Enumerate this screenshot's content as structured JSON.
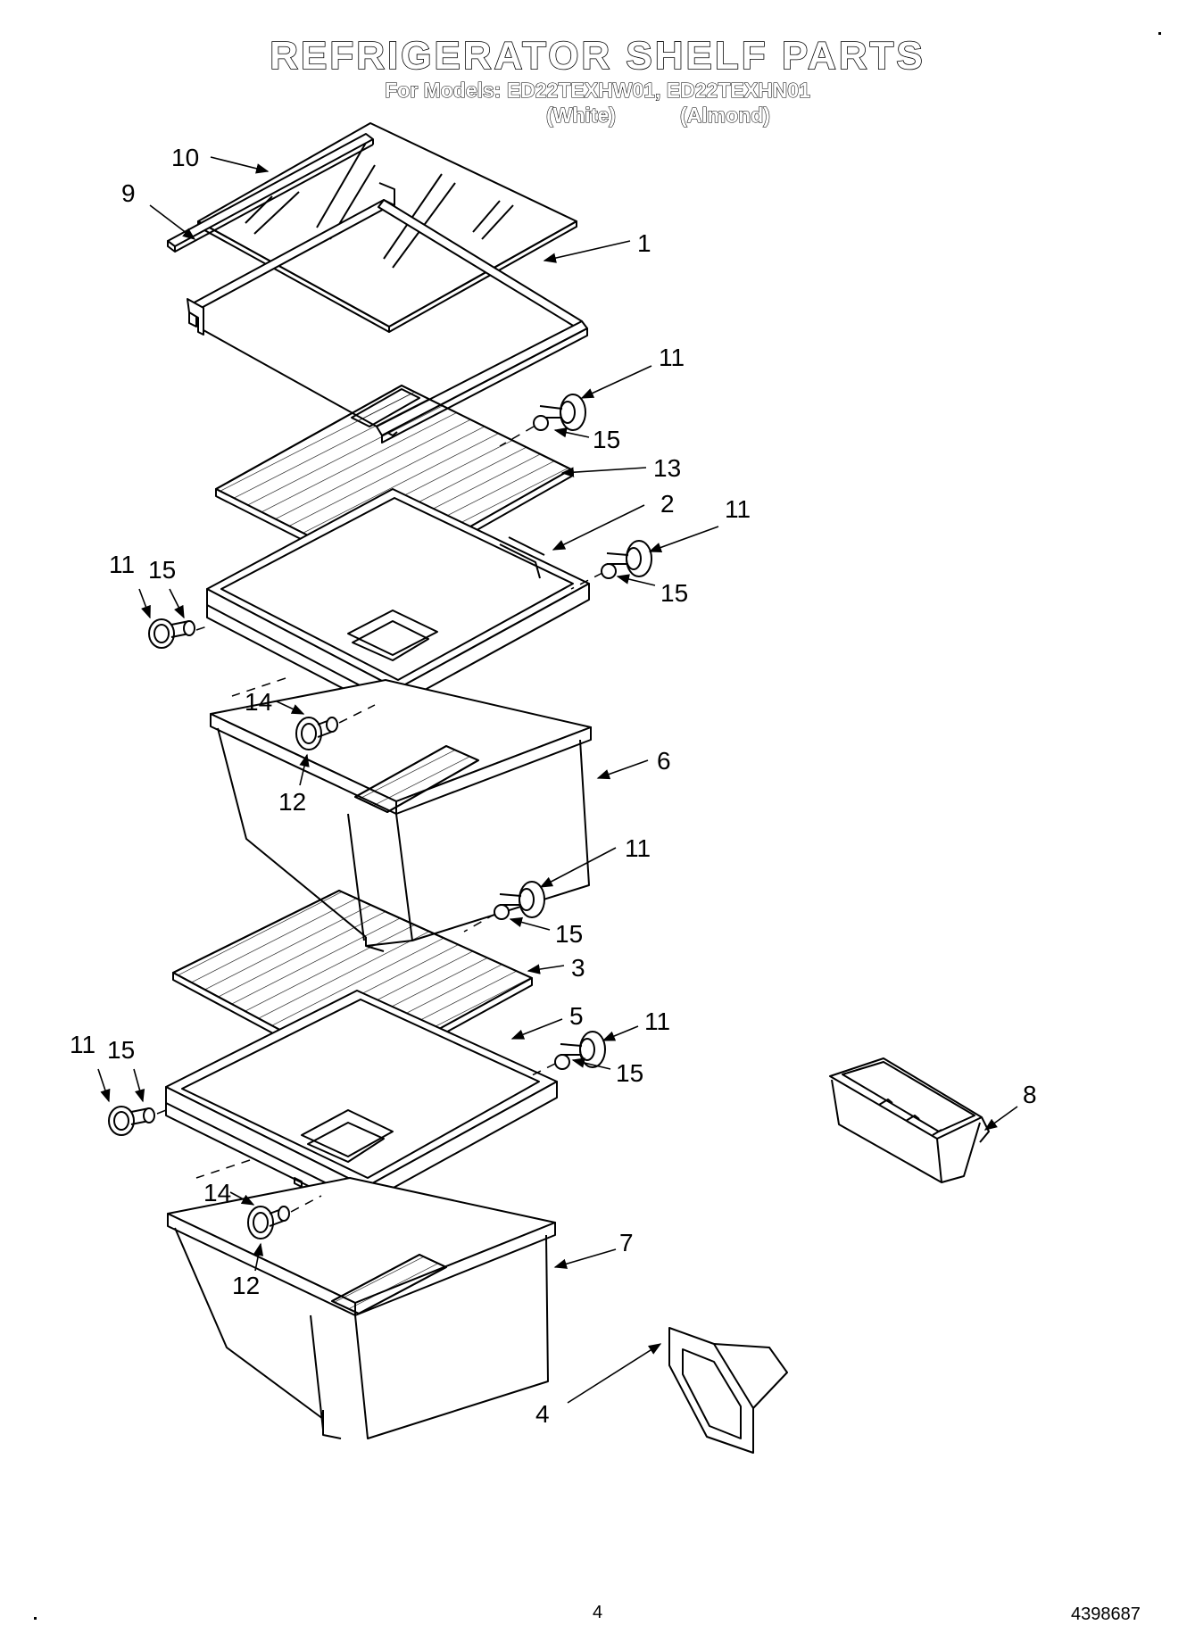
{
  "header": {
    "title": "REFRIGERATOR SHELF PARTS",
    "models_line": "For Models: ED22TEXHW01, ED22TEXHN01",
    "variant_white": "(White)",
    "variant_almond": "(Almond)"
  },
  "callouts": {
    "c1": "1",
    "c2": "2",
    "c3": "3",
    "c4": "4",
    "c5": "5",
    "c6": "6",
    "c7": "7",
    "c8": "8",
    "c9": "9",
    "c10": "10",
    "c11": "11",
    "c12": "12",
    "c13": "13",
    "c14": "14",
    "c15": "15"
  },
  "footer": {
    "page_number": "4",
    "doc_number": "4398687"
  }
}
